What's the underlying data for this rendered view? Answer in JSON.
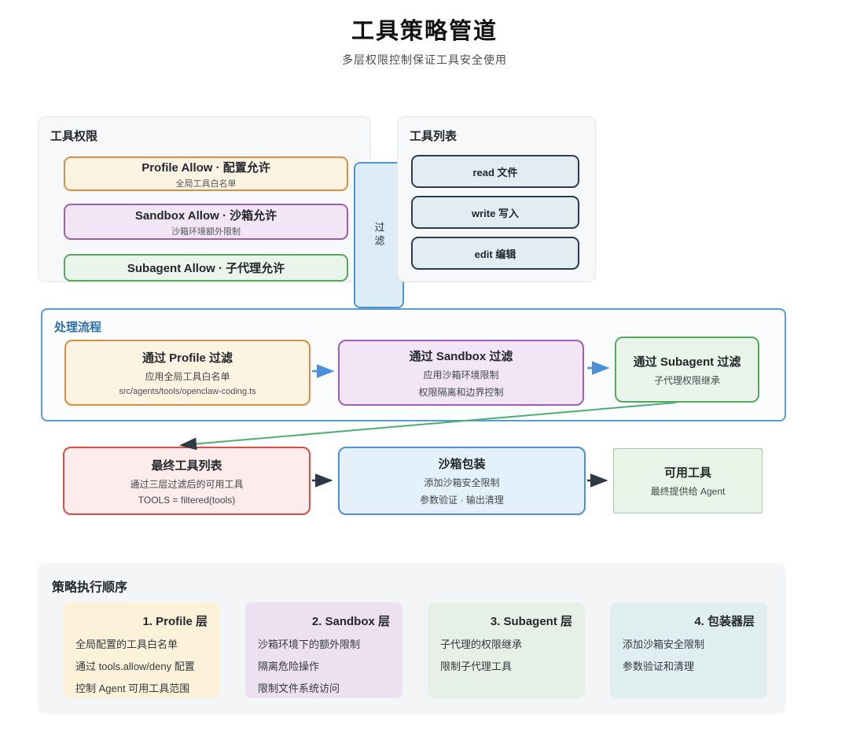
{
  "page": {
    "title": "工具策略管道",
    "subtitle": "多层权限控制保证工具安全使用"
  },
  "permissions_panel": {
    "title": "工具权限",
    "items": [
      {
        "title": "Profile Allow · 配置允许",
        "subtitle": "全局工具白名单"
      },
      {
        "title": "Sandbox Allow · 沙箱允许",
        "subtitle": "沙箱环境额外限制"
      },
      {
        "title": "Subagent Allow · 子代理允许"
      }
    ]
  },
  "filter_connector": {
    "label": "过滤"
  },
  "tools_panel": {
    "title": "工具列表",
    "items": [
      {
        "label": "read 文件"
      },
      {
        "label": "write 写入"
      },
      {
        "label": "edit 编辑"
      }
    ]
  },
  "process_flow": {
    "title": "处理流程",
    "steps": [
      {
        "title": "通过 Profile 过滤",
        "line1": "应用全局工具白名单",
        "line2": "src/agents/tools/openclaw-coding.ts"
      },
      {
        "title": "通过 Sandbox 过滤",
        "line1": "应用沙箱环境限制",
        "line2": "权限隔离和边界控制"
      },
      {
        "title": "通过 Subagent 过滤",
        "line1": "子代理权限继承"
      }
    ]
  },
  "result_row": [
    {
      "title": "最终工具列表",
      "line1": "通过三层过滤后的可用工具",
      "line2": "TOOLS = filtered(tools)"
    },
    {
      "title": "沙箱包装",
      "line1": "添加沙箱安全限制",
      "line2": "参数验证 · 输出清理"
    },
    {
      "title": "可用工具",
      "line1": "最终提供给 Agent"
    }
  ],
  "policy_panel": {
    "title": "策略执行顺序",
    "cards": [
      {
        "title": "1. Profile 层",
        "lines": [
          "全局配置的工具白名单",
          "通过 tools.allow/deny 配置",
          "控制 Agent 可用工具范围"
        ]
      },
      {
        "title": "2. Sandbox 层",
        "lines": [
          "沙箱环境下的额外限制",
          "隔离危险操作",
          "限制文件系统访问"
        ]
      },
      {
        "title": "3. Subagent 层",
        "lines": [
          "子代理的权限继承",
          "限制子代理工具"
        ]
      },
      {
        "title": "4. 包装器层",
        "lines": [
          "添加沙箱安全限制",
          "参数验证和清理"
        ]
      }
    ]
  },
  "colors": {
    "orange_border": "#d98e41",
    "purple_border": "#9d5eb4",
    "green_border": "#57a85c",
    "blue_border": "#4a90d9",
    "red_border": "#d84f44",
    "process_border": "#5b9bd5",
    "arrow_blue": "#4a90d9",
    "arrow_dark": "#2d3748",
    "arrow_green": "#4caf72",
    "panel_bg": "#f7f8f9",
    "policy_bg": "#f4f5f7"
  }
}
